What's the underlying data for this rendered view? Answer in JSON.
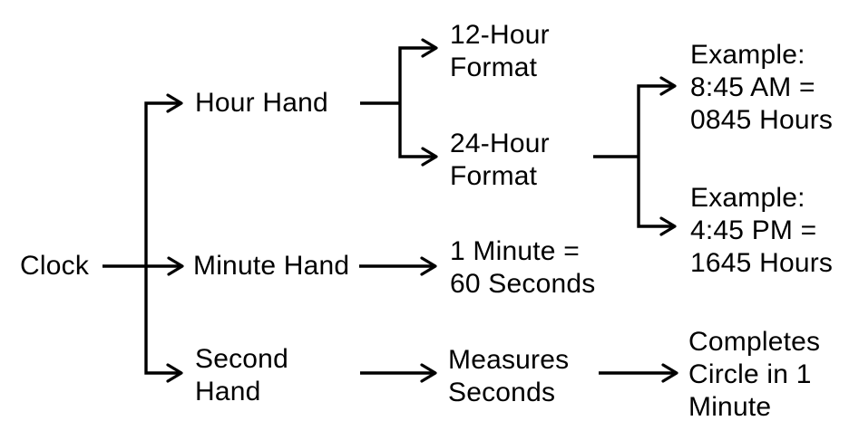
{
  "diagram": {
    "type": "tree",
    "orientation": "left-to-right",
    "background_color": "#ffffff",
    "line_color": "#000000",
    "text_color": "#000000",
    "root": {
      "label": "Clock"
    },
    "branches": [
      {
        "label": "Hour Hand",
        "children": [
          {
            "label": "12-Hour\nFormat",
            "children": []
          },
          {
            "label": "24-Hour\nFormat",
            "children": [
              {
                "label": "Example:\n8:45 AM =\n0845 Hours"
              },
              {
                "label": "Example:\n4:45 PM =\n1645 Hours"
              }
            ]
          }
        ]
      },
      {
        "label": "Minute Hand",
        "children": [
          {
            "label": "1 Minute =\n60 Seconds"
          }
        ]
      },
      {
        "label": "Second\nHand",
        "children": [
          {
            "label": "Measures\nSeconds",
            "children": [
              {
                "label": "Completes\nCircle in 1\nMinute"
              }
            ]
          }
        ]
      }
    ]
  }
}
